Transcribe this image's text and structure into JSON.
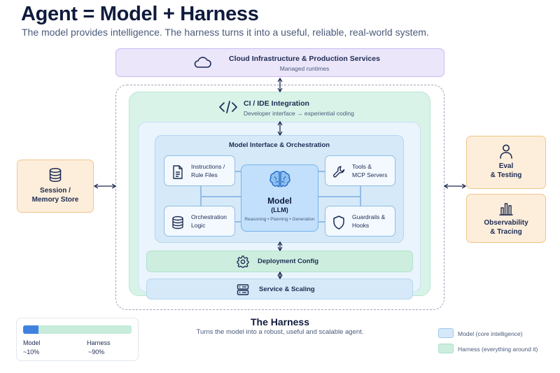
{
  "header": {
    "title": "Agent = Model + Harness",
    "subtitle": "The model provides intelligence. The harness turns it into a useful, reliable, real-world system."
  },
  "cloud": {
    "title": "Cloud Infrastructure & Production Services",
    "subtitle": "Managed runtimes",
    "icon": "cloud-icon"
  },
  "ci": {
    "title": "CI / IDE Integration",
    "subtitle": "Developer interface → experiential coding",
    "icon": "code-icon"
  },
  "orchestration": {
    "title": "Model Interface & Orchestration",
    "instructions": {
      "line1": "Instructions /",
      "line2": "Rule Files",
      "icon": "document-icon"
    },
    "orchestration_logic": {
      "line1": "Orchestration",
      "line2": "Logic",
      "icon": "database-icon"
    },
    "tools": {
      "line1": "Tools &",
      "line2": "MCP Servers",
      "icon": "wrench-icon"
    },
    "guardrails": {
      "line1": "Guardrails &",
      "line2": "Hooks",
      "icon": "shield-icon"
    }
  },
  "model": {
    "title": "Model",
    "subtitle": "(LLM)",
    "caption": "Reasoning • Planning • Generation",
    "icon": "brain-icon"
  },
  "deployment": {
    "title": "Deployment Config",
    "icon": "gear-icon"
  },
  "service": {
    "title": "Service & Scaling",
    "icon": "server-icon"
  },
  "side": {
    "session": {
      "line1": "Session /",
      "line2": "Memory Store",
      "icon": "database-icon"
    },
    "eval": {
      "line1": "Eval",
      "line2": "& Testing",
      "icon": "person-icon"
    },
    "observability": {
      "line1": "Observability",
      "line2": "& Tracing",
      "icon": "bar-chart-icon"
    }
  },
  "harness": {
    "title": "The Harness",
    "subtitle": "Turns the model into a robust, useful and scalable agent."
  },
  "split": {
    "model_label": "Model",
    "model_value": "~10%",
    "model_fraction": 0.1,
    "harness_label": "Harness",
    "harness_value": "~90%"
  },
  "legend": {
    "model": "Model (core intelligence)",
    "harness": "Harness (everything around it)"
  },
  "colors": {
    "model_blue": "#3f82e0",
    "harness_green": "#c7ecdb",
    "cloud_purple": "#ece6fb",
    "side_orange": "#fdeedb"
  }
}
